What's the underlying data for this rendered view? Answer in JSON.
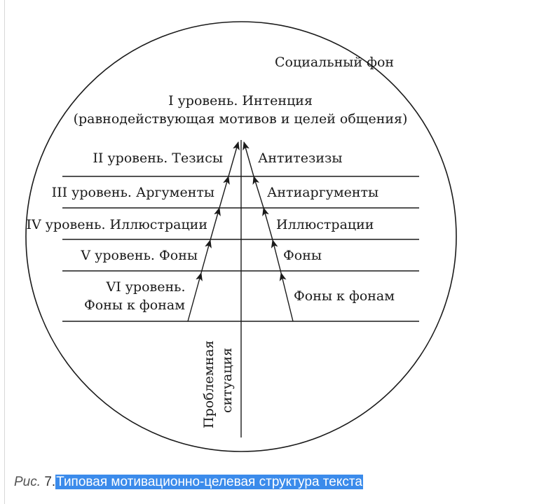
{
  "diagram": {
    "outer_label": "Социальный фон",
    "top_line1": "I уровень. Интенция",
    "top_line2": "(равнодействующая мотивов и целей общения)",
    "levels": [
      {
        "left": "II уровень. Тезисы",
        "right": "Антитезизы"
      },
      {
        "left": "III уровень. Аргументы",
        "right": "Антиаргументы"
      },
      {
        "left": "IV уровень. Иллюстрации",
        "right": "Иллюстрации"
      },
      {
        "left": "V уровень. Фоны",
        "right": "Фоны"
      },
      {
        "left_line1": "VI уровень.",
        "left_line2": "Фоны к фонам",
        "right": "Фоны к фонам"
      }
    ],
    "axis_label_line1": "Проблемная",
    "axis_label_line2": "ситуация"
  },
  "caption": {
    "prefix": "Рис.",
    "number": "7.",
    "title": "Типовая мотивационно-целевая структура текста"
  }
}
